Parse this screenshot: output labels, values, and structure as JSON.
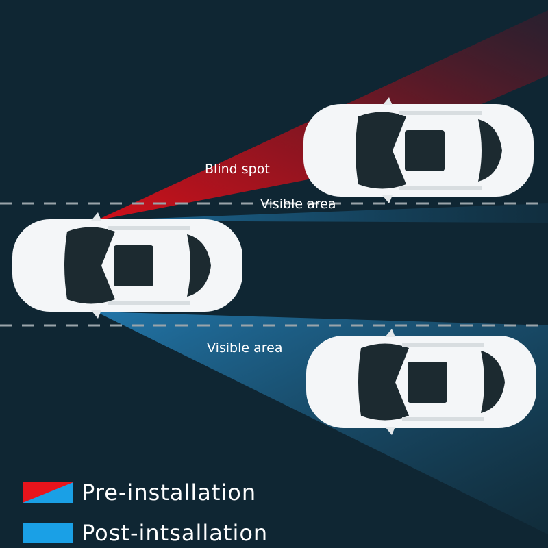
{
  "labels": {
    "blind_spot": "Blind spot",
    "visible_area_top": "Visible area",
    "visible_area_bottom": "Visible area"
  },
  "legend": [
    {
      "label": "Pre-installation",
      "colors": [
        "#e8141c",
        "#1aa0e6"
      ]
    },
    {
      "label": "Post-intsallation",
      "colors": [
        "#1aa0e6"
      ]
    }
  ],
  "colors": {
    "background": "#0f2633",
    "blind": "#c0141e",
    "visible": "#1a6fa0"
  }
}
